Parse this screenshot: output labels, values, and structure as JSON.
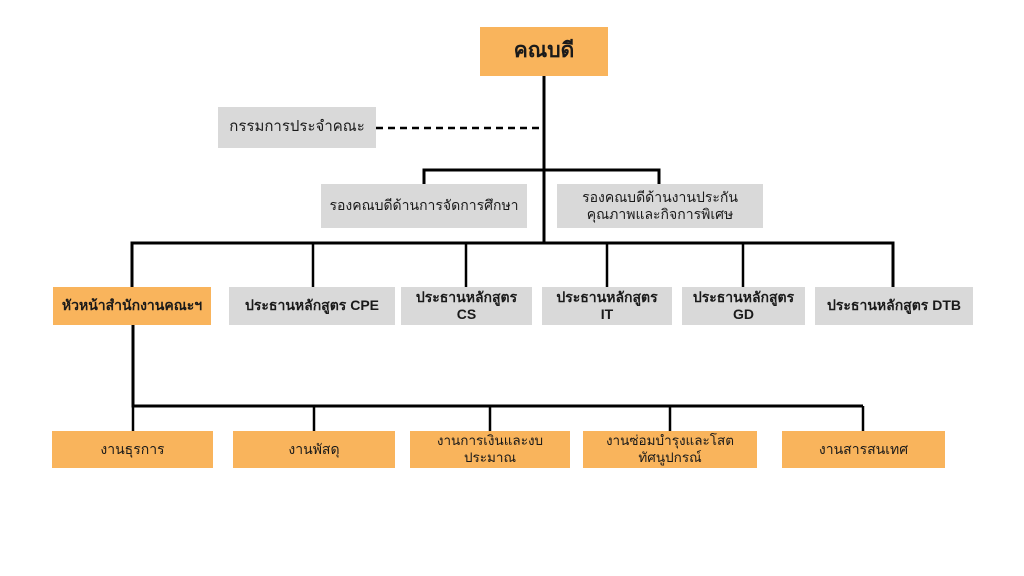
{
  "colors": {
    "node_orange": "#f9b45c",
    "node_gray": "#d9d9d9",
    "line": "#000000",
    "background": "#ffffff"
  },
  "org_chart": {
    "type": "organization-chart",
    "root": {
      "label": "คณบดี"
    },
    "committee": {
      "label": "กรรมการประจำคณะ",
      "link_style": "dashed"
    },
    "vice_deans": [
      {
        "label": "รองคณบดีด้านการจัดการศึกษา"
      },
      {
        "label": "รองคณบดีด้านงานประกันคุณภาพและกิจการพิเศษ"
      }
    ],
    "level3": [
      {
        "label": "หัวหน้าสำนักงานคณะฯ",
        "color": "orange"
      },
      {
        "label": "ประธานหลักสูตร CPE",
        "color": "gray"
      },
      {
        "label": "ประธานหลักสูตร CS",
        "color": "gray"
      },
      {
        "label": "ประธานหลักสูตร IT",
        "color": "gray"
      },
      {
        "label": "ประธานหลักสูตร GD",
        "color": "gray"
      },
      {
        "label": "ประธานหลักสูตร DTB",
        "color": "gray"
      }
    ],
    "office_units": [
      {
        "label": "งานธุรการ",
        "color": "orange"
      },
      {
        "label": "งานพัสดุ",
        "color": "orange"
      },
      {
        "label": "งานการเงินและงบประมาณ",
        "color": "orange"
      },
      {
        "label": "งานซ่อมบำรุงและโสตทัศนูปกรณ์",
        "color": "orange"
      },
      {
        "label": "งานสารสนเทศ",
        "color": "orange"
      }
    ]
  }
}
